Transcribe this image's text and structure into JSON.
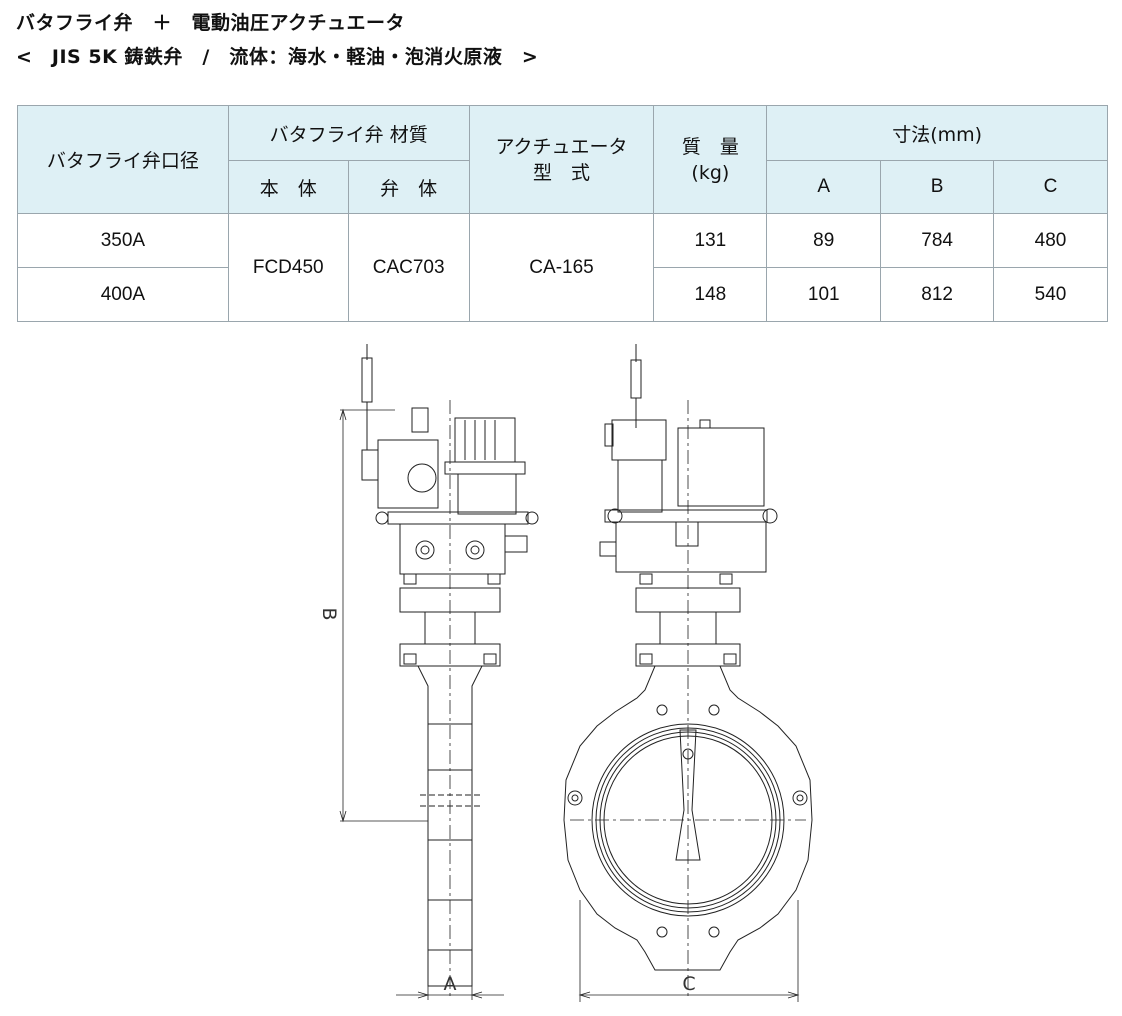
{
  "title_line1": "バタフライ弁　＋　電動油圧アクチュエータ",
  "title_line2": "<　JIS 5K 鋳鉄弁　/　流体：海水・軽油・泡消火原液　>",
  "table": {
    "h_size": "バタフライ弁口径",
    "h_material": "バタフライ弁 材質",
    "h_body": "本　体",
    "h_disc": "弁　体",
    "h_actuator_1": "アクチュエータ",
    "h_actuator_2": "型　式",
    "h_mass_1": "質　量",
    "h_mass_2": "(kg)",
    "h_dims": "寸法(mm)",
    "h_a": "A",
    "h_b": "B",
    "h_c": "C",
    "body_material": "FCD450",
    "disc_material": "CAC703",
    "actuator_model": "CA-165",
    "rows": [
      {
        "size": "350A",
        "mass": "131",
        "a": "89",
        "b": "784",
        "c": "480"
      },
      {
        "size": "400A",
        "mass": "148",
        "a": "101",
        "b": "812",
        "c": "540"
      }
    ]
  },
  "drawing": {
    "label_a": "A",
    "label_b": "B",
    "label_c": "C"
  }
}
